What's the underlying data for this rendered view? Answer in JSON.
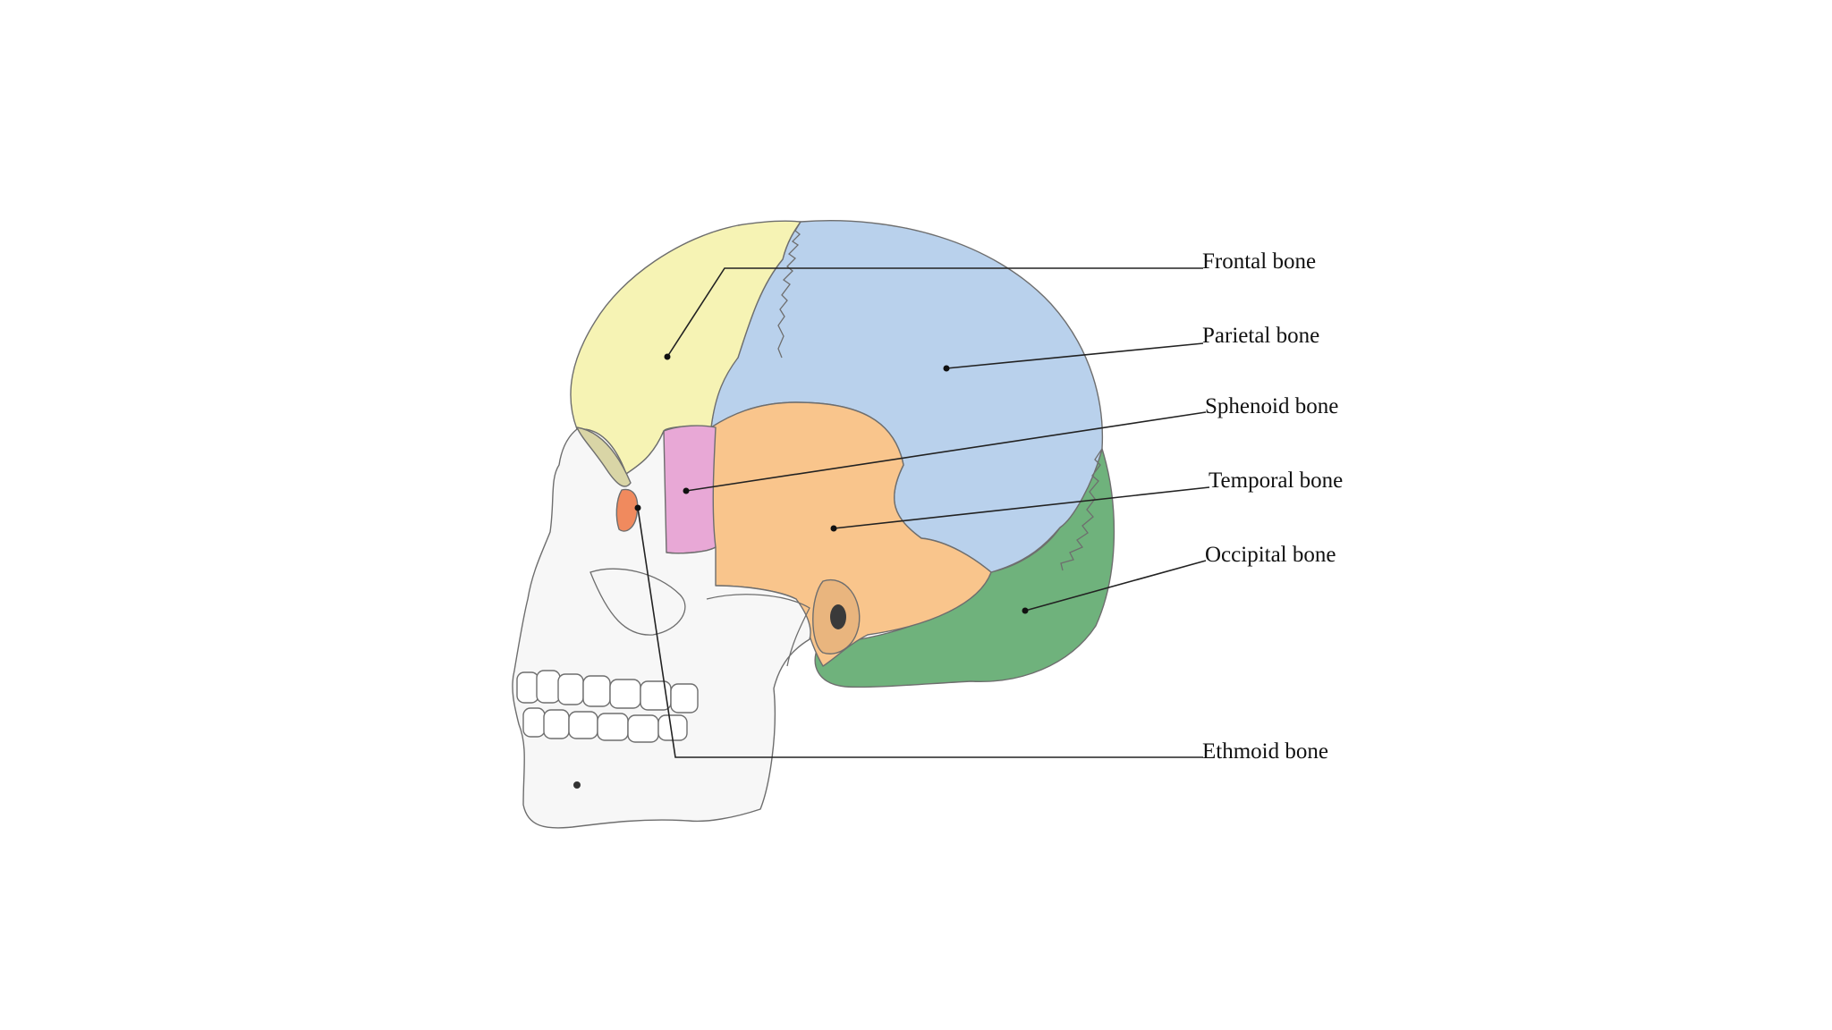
{
  "labels": {
    "frontal": "Frontal bone",
    "parietal": "Parietal bone",
    "sphenoid": "Sphenoid bone",
    "temporal": "Temporal bone",
    "occipital": "Occipital bone",
    "ethmoid": "Ethmoid bone"
  },
  "colors": {
    "frontal": "#f6f3b4",
    "parietal": "#b9d1ec",
    "sphenoid": "#e8a8d6",
    "temporal": "#f9c58c",
    "occipital": "#6fb27c",
    "ethmoid": "#f08a5e",
    "face": "#f7f7f7",
    "background": "#ffffff"
  }
}
